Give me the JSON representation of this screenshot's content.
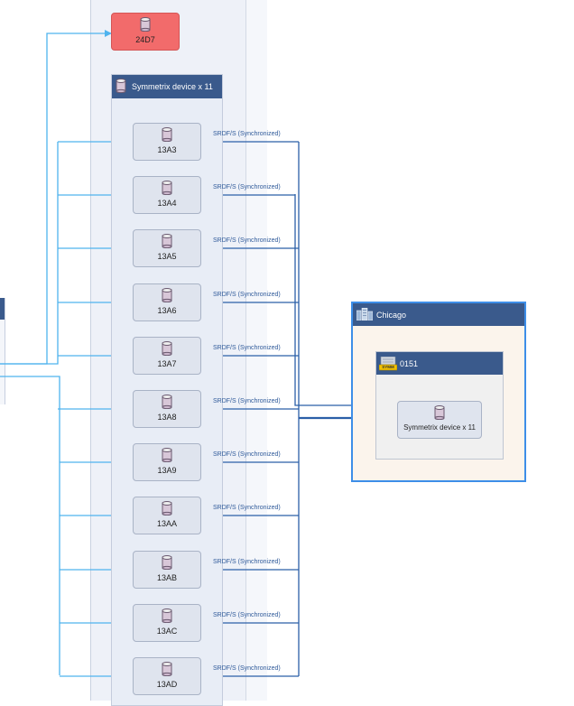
{
  "colors": {
    "header": "#3a5a8c",
    "link_light": "#4fb3ee",
    "link_dark": "#2b5fa8",
    "alert_red": "#f26b6b",
    "site_border": "#3d8ee8"
  },
  "alert_node": {
    "label": "24D7",
    "icon": "database-cylinder-icon"
  },
  "group": {
    "label": "Symmetrix device x 11",
    "icon": "database-cylinder-icon"
  },
  "devices": [
    {
      "label": "13A3",
      "link": "SRDF/S (Synchronized)"
    },
    {
      "label": "13A4",
      "link": "SRDF/S (Synchronized)"
    },
    {
      "label": "13A5",
      "link": "SRDF/S (Synchronized)"
    },
    {
      "label": "13A6",
      "link": "SRDF/S (Synchronized)"
    },
    {
      "label": "13A7",
      "link": "SRDF/S (Synchronized)"
    },
    {
      "label": "13A8",
      "link": "SRDF/S (Synchronized)"
    },
    {
      "label": "13A9",
      "link": "SRDF/S (Synchronized)"
    },
    {
      "label": "13AA",
      "link": "SRDF/S (Synchronized)"
    },
    {
      "label": "13AB",
      "link": "SRDF/S (Synchronized)"
    },
    {
      "label": "13AC",
      "link": "SRDF/S (Synchronized)"
    },
    {
      "label": "13AD",
      "link": "SRDF/S (Synchronized)"
    }
  ],
  "site": {
    "label": "Chicago",
    "icon": "datacenter-buildings-icon"
  },
  "array": {
    "label": "0151",
    "icon": "symmetrix-array-icon",
    "badge": "SYMM"
  },
  "target": {
    "label": "Symmetrix device x 11",
    "icon": "database-cylinder-icon"
  }
}
